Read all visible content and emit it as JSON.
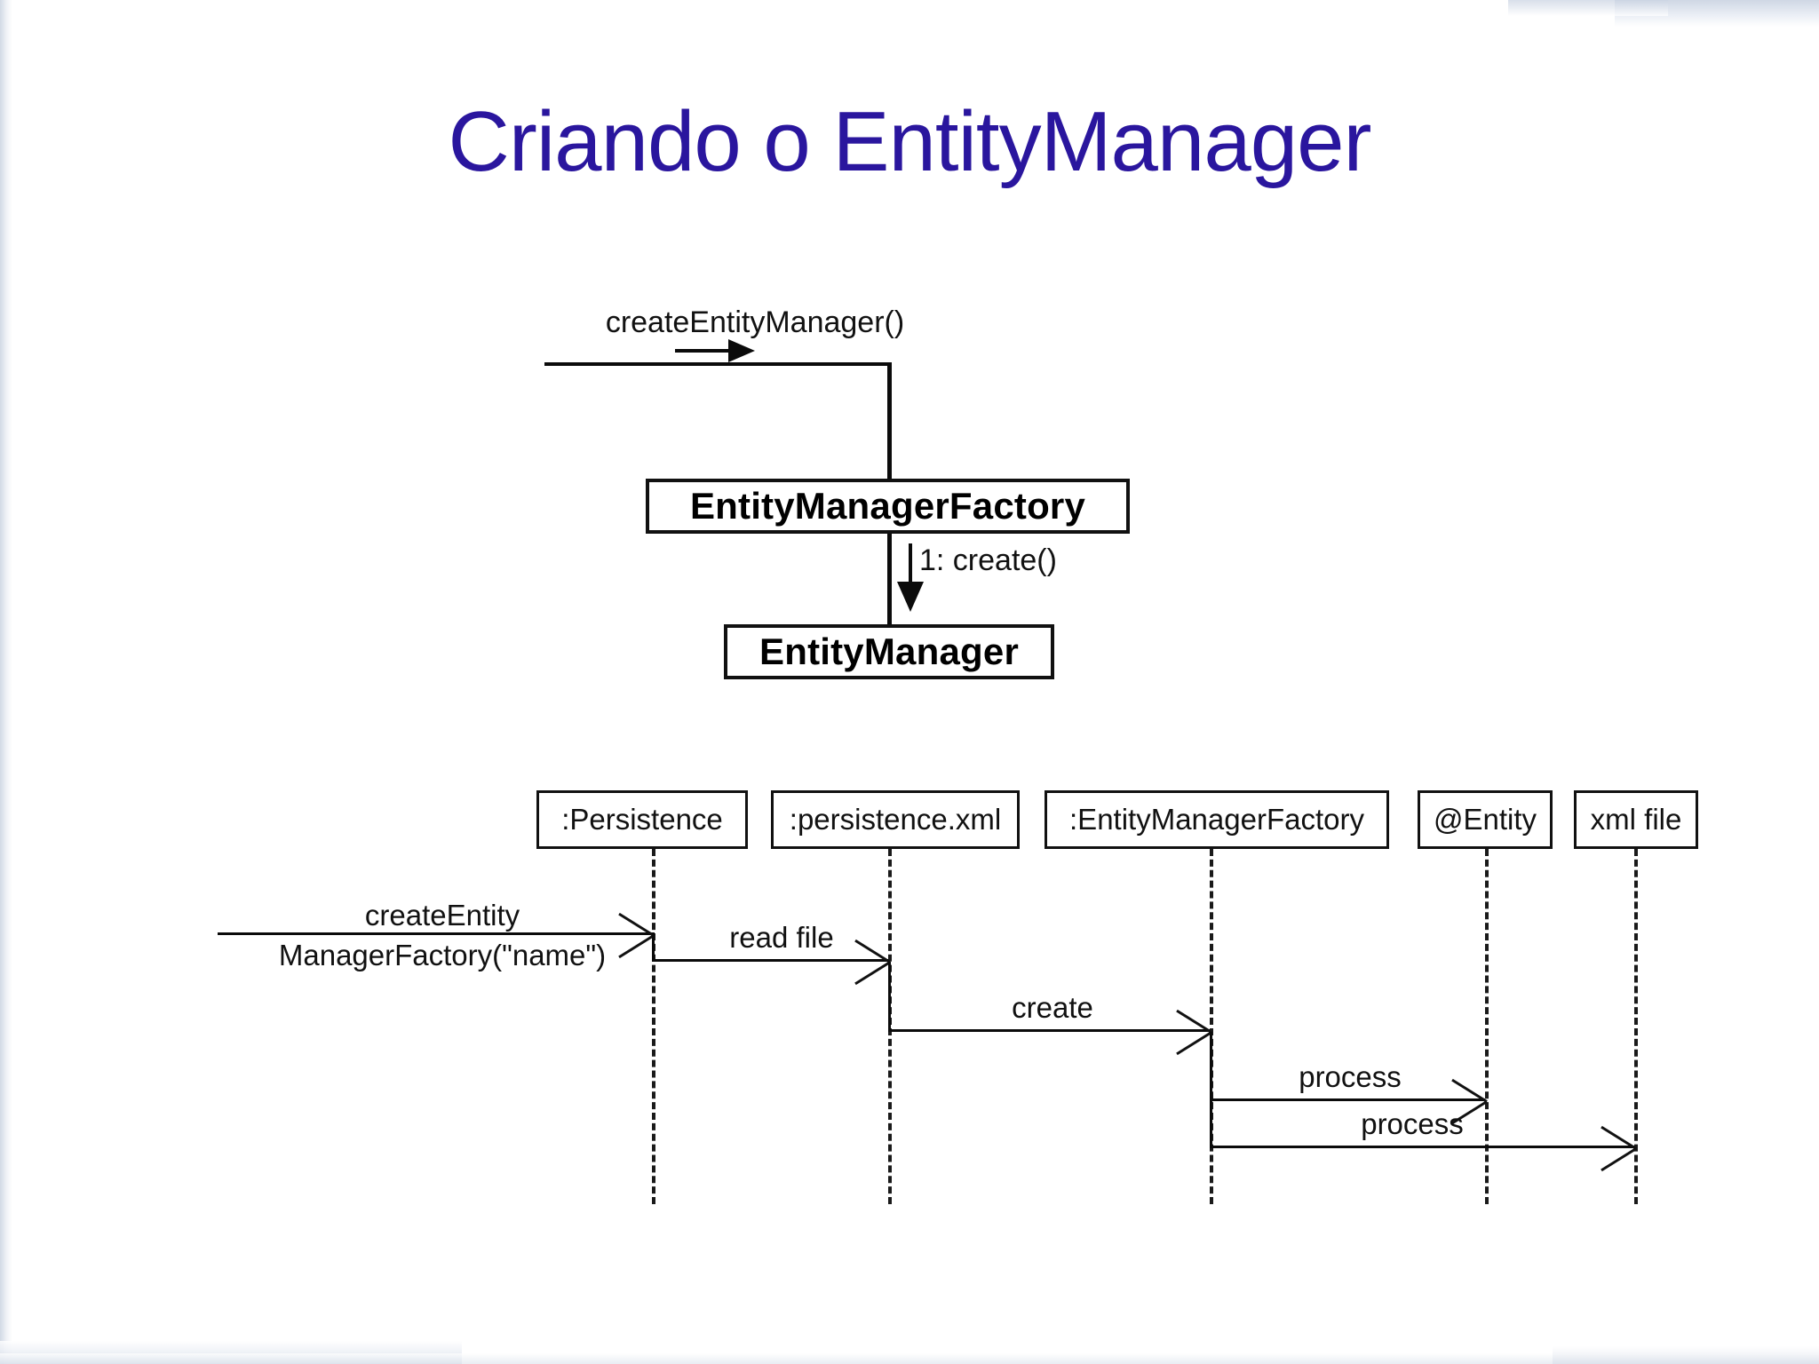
{
  "slide": {
    "title": "Criando o EntityManager",
    "title_color": "#2a169e",
    "background_color": "#ffffff",
    "ink_color": "#111111"
  },
  "collaboration_diagram": {
    "name": "entity-manager-creation-collaboration",
    "incoming_message": "createEntityManager()",
    "nodes": [
      {
        "id": "emf",
        "label": "EntityManagerFactory",
        "bold": true
      },
      {
        "id": "em",
        "label": "EntityManager",
        "bold": true
      }
    ],
    "internal_message": "1: create()"
  },
  "sequence_diagram": {
    "name": "entity-manager-factory-sequence",
    "lifelines": [
      {
        "id": "persistence",
        "label": ":Persistence"
      },
      {
        "id": "persist_xml",
        "label": ":persistence.xml"
      },
      {
        "id": "emf",
        "label": ":EntityManagerFactory"
      },
      {
        "id": "entity",
        "label": "@Entity"
      },
      {
        "id": "xmlfile",
        "label": "xml file"
      }
    ],
    "messages": [
      {
        "order": 1,
        "label_line1": "createEntity",
        "label_line2": "ManagerFactory(\"name\")",
        "from": "actor",
        "to": "persistence"
      },
      {
        "order": 2,
        "label_line1": "read file",
        "label_line2": "",
        "from": "persistence",
        "to": "persist_xml"
      },
      {
        "order": 3,
        "label_line1": "create",
        "label_line2": "",
        "from": "persist_xml",
        "to": "emf"
      },
      {
        "order": 4,
        "label_line1": "process",
        "label_line2": "",
        "from": "emf",
        "to": "entity"
      },
      {
        "order": 5,
        "label_line1": "process",
        "label_line2": "",
        "from": "emf",
        "to": "xmlfile"
      }
    ]
  }
}
